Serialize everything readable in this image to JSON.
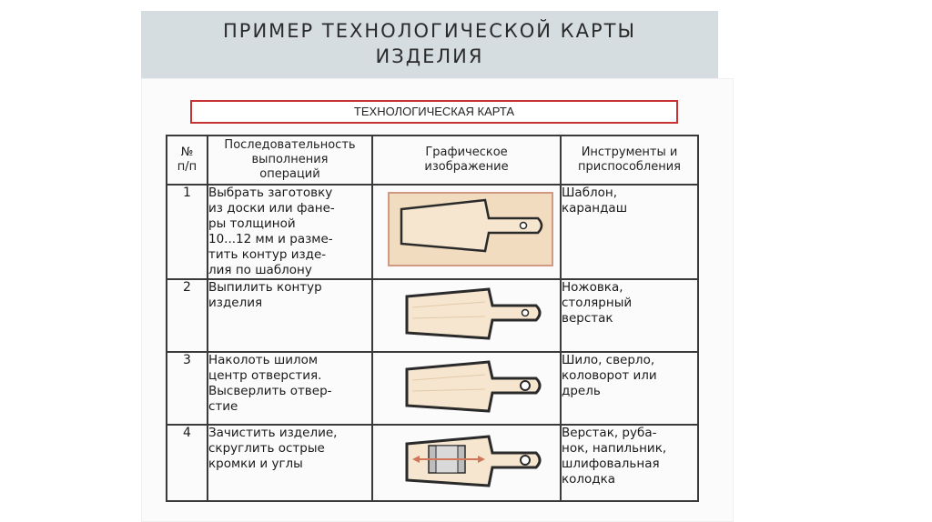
{
  "slide": {
    "title_line1": "ПРИМЕР ТЕХНОЛОГИЧЕСКОЙ КАРТЫ",
    "title_line2": "ИЗДЕЛИЯ"
  },
  "card": {
    "header": "ТЕХНОЛОГИЧЕСКАЯ КАРТА",
    "columns": {
      "num": "№\nп/п",
      "sequence": "Последовательность\nвыполнения\nопераций",
      "graphic": "Графическое\nизображение",
      "tools": "Инструменты и\nприспособления"
    },
    "rows": [
      {
        "num": "1",
        "operation": "Выбрать заготовку\nиз доски или фане-\nры толщиной\n10...12 мм и разме-\nтить контур изде-\nлия по шаблону",
        "tools": "Шаблон,\nкарандаш"
      },
      {
        "num": "2",
        "operation": "Выпилить контур\nизделия",
        "tools": "Ножовка,\nстолярный\nверстак"
      },
      {
        "num": "3",
        "operation": "Наколоть шилом\nцентр отверстия.\nВысверлить отвер-\nстие",
        "tools": "Шило, сверло,\nколоворот или\nдрель"
      },
      {
        "num": "4",
        "operation": "Зачистить изделие,\nскруглить острые\nкромки и углы",
        "tools": "Верстак, руба-\nнок, напильник,\nшлифовальная\nколодка"
      }
    ]
  },
  "colors": {
    "wood": "#f2dcc0",
    "outline": "#2a2a2a",
    "accent_red": "#c73333",
    "arrow": "#d0765a"
  }
}
